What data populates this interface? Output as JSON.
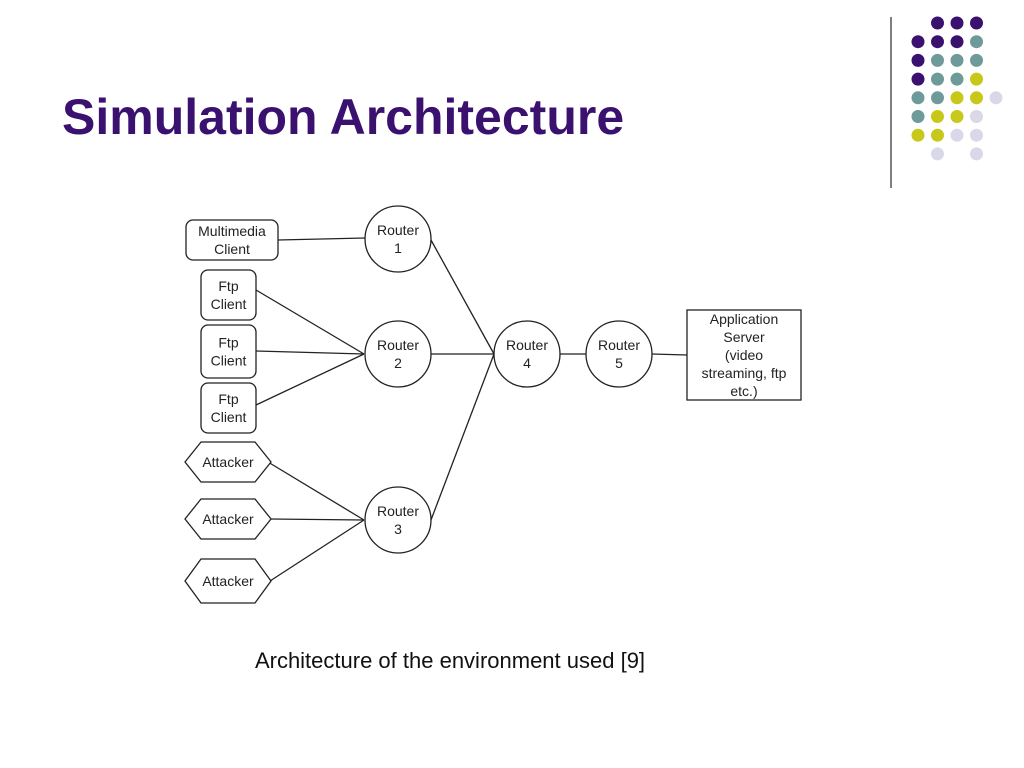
{
  "slide": {
    "title": "Simulation Architecture",
    "caption": "Architecture of the environment used [9]"
  },
  "colors": {
    "title": "#3b1170",
    "dot_purple": "#3b1170",
    "dot_teal": "#6f9a9a",
    "dot_lime": "#c8c81a",
    "dot_lavender": "#d8d8e8",
    "divider": "#555555"
  },
  "diagram": {
    "nodes": [
      {
        "id": "mm_client",
        "shape": "rounded-rect",
        "label": [
          "Multimedia",
          "Client"
        ]
      },
      {
        "id": "ftp1",
        "shape": "rounded-rect",
        "label": [
          "Ftp",
          "Client"
        ]
      },
      {
        "id": "ftp2",
        "shape": "rounded-rect",
        "label": [
          "Ftp",
          "Client"
        ]
      },
      {
        "id": "ftp3",
        "shape": "rounded-rect",
        "label": [
          "Ftp",
          "Client"
        ]
      },
      {
        "id": "att1",
        "shape": "hexagon",
        "label": [
          "Attacker"
        ]
      },
      {
        "id": "att2",
        "shape": "hexagon",
        "label": [
          "Attacker"
        ]
      },
      {
        "id": "att3",
        "shape": "hexagon",
        "label": [
          "Attacker"
        ]
      },
      {
        "id": "r1",
        "shape": "circle",
        "label": [
          "Router",
          "1"
        ]
      },
      {
        "id": "r2",
        "shape": "circle",
        "label": [
          "Router",
          "2"
        ]
      },
      {
        "id": "r3",
        "shape": "circle",
        "label": [
          "Router",
          "3"
        ]
      },
      {
        "id": "r4",
        "shape": "circle",
        "label": [
          "Router",
          "4"
        ]
      },
      {
        "id": "r5",
        "shape": "circle",
        "label": [
          "Router",
          "5"
        ]
      },
      {
        "id": "app_server",
        "shape": "rect",
        "label": [
          "Application",
          "Server",
          "(video",
          "streaming, ftp",
          "etc.)"
        ]
      }
    ],
    "edges": [
      [
        "mm_client",
        "r1"
      ],
      [
        "ftp1",
        "r2"
      ],
      [
        "ftp2",
        "r2"
      ],
      [
        "ftp3",
        "r2"
      ],
      [
        "att1",
        "r3"
      ],
      [
        "att2",
        "r3"
      ],
      [
        "att3",
        "r3"
      ],
      [
        "r1",
        "r4"
      ],
      [
        "r2",
        "r4"
      ],
      [
        "r3",
        "r4"
      ],
      [
        "r4",
        "r5"
      ],
      [
        "r5",
        "app_server"
      ]
    ]
  }
}
